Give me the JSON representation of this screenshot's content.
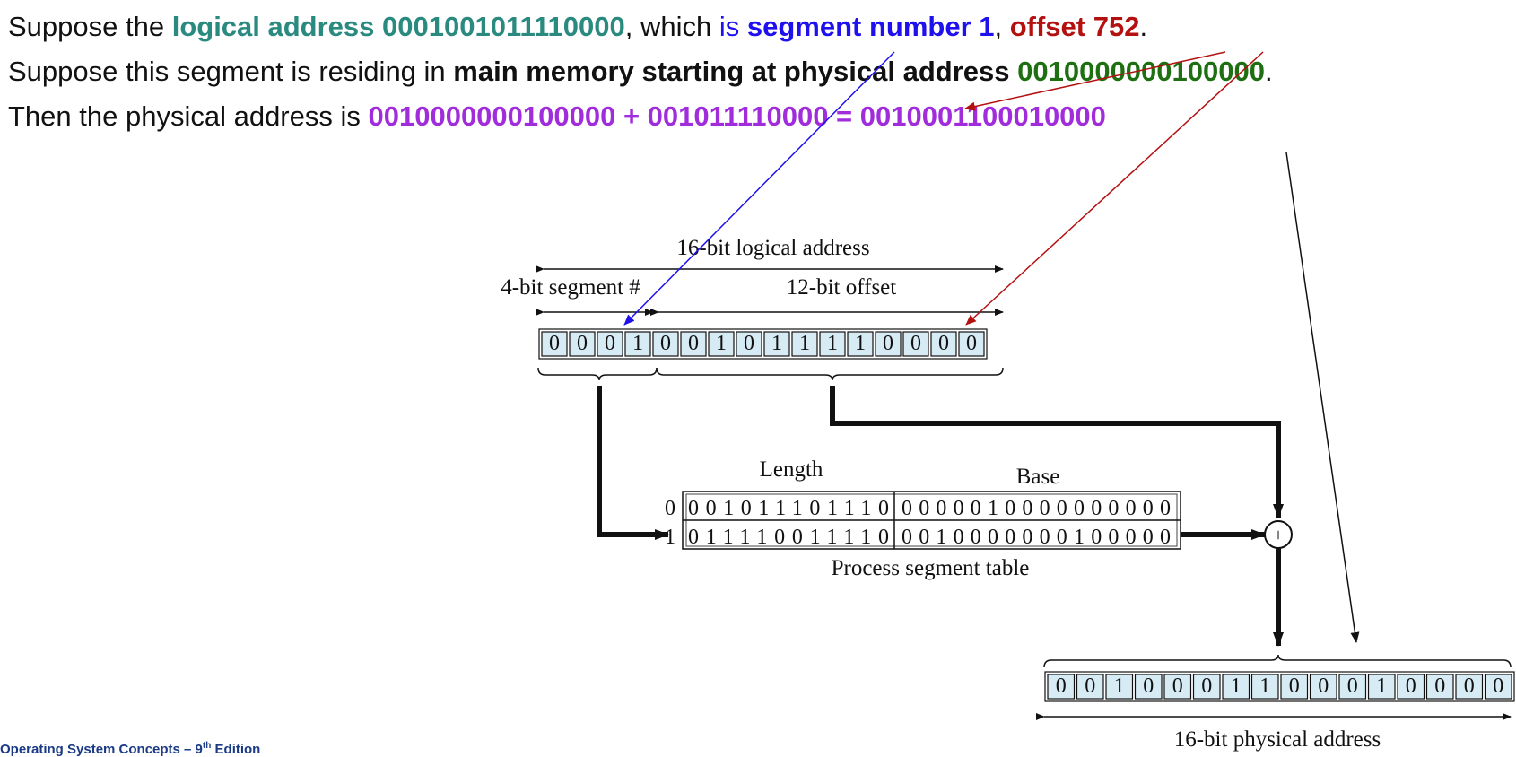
{
  "text_lines": {
    "line1": {
      "p1": "Suppose the ",
      "logical": "logical address 0001001011110000",
      "p2": ", which ",
      "is": "is ",
      "segment": "segment number 1",
      "comma": ", ",
      "offset": "offset 752",
      "period": "."
    },
    "line2": {
      "p1": "Suppose this segment is residing in ",
      "main": "main memory starting at physical address ",
      "addr": "0010000000100000",
      "period": "."
    },
    "line3": {
      "p1": "Then the physical address is ",
      "calc": "0010000000100000 + 001011110000 = 0010001100010000"
    }
  },
  "diagram": {
    "logical_label": "16-bit logical address",
    "segment_label": "4-bit segment #",
    "offset_label": "12-bit offset",
    "logical_bits": [
      "0",
      "0",
      "0",
      "1",
      "0",
      "0",
      "1",
      "0",
      "1",
      "1",
      "1",
      "1",
      "0",
      "0",
      "0",
      "0"
    ],
    "table": {
      "length_header": "Length",
      "base_header": "Base",
      "rows": [
        {
          "index": "0",
          "length": "001011101110",
          "base": "0000010000000000"
        },
        {
          "index": "1",
          "length": "011110011110",
          "base": "0010000000100000"
        }
      ],
      "caption": "Process segment table"
    },
    "adder_symbol": "+",
    "physical_bits": [
      "0",
      "0",
      "1",
      "0",
      "0",
      "0",
      "1",
      "1",
      "0",
      "0",
      "0",
      "1",
      "0",
      "0",
      "0",
      "0"
    ],
    "physical_label": "16-bit physical address"
  },
  "footer": {
    "title_pre": "Operating System Concepts – 9",
    "title_sup": "th",
    "title_post": " Edition"
  },
  "colors": {
    "teal": "#2a8a80",
    "blue": "#1f10ee",
    "red": "#b41010",
    "green": "#1e6f12",
    "purple": "#a02cdc",
    "cell_fill": "#d7ebf5",
    "footer": "#1a3a86"
  }
}
